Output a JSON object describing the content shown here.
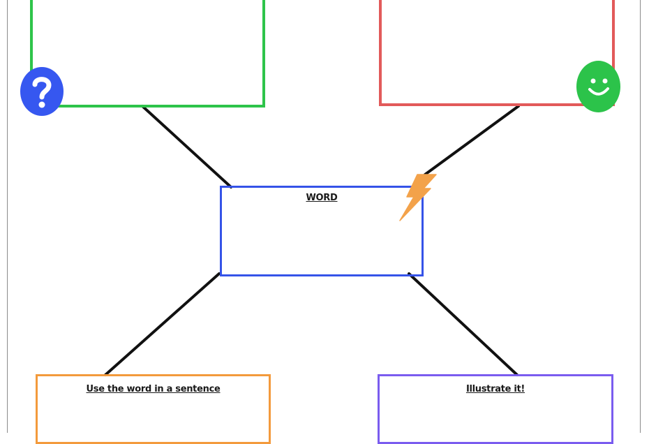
{
  "colors": {
    "green": "#2ec44a",
    "red": "#e25a5a",
    "blue": "#3553e8",
    "orange": "#f39a3c",
    "purple": "#7a5cef",
    "line": "#111111",
    "question_badge": "#3657f0",
    "smiley_badge": "#2cc34a",
    "lightning": "#f3a24a"
  },
  "center_box": {
    "label": "WORD"
  },
  "bottom_left_box": {
    "label": "Use the word in a sentence"
  },
  "bottom_right_box": {
    "label": "Illustrate it!"
  },
  "top_left_box": {
    "label": ""
  },
  "top_right_box": {
    "label": ""
  },
  "icons": [
    "question-mark-icon",
    "smiley-face-icon",
    "lightning-bolt-icon"
  ]
}
